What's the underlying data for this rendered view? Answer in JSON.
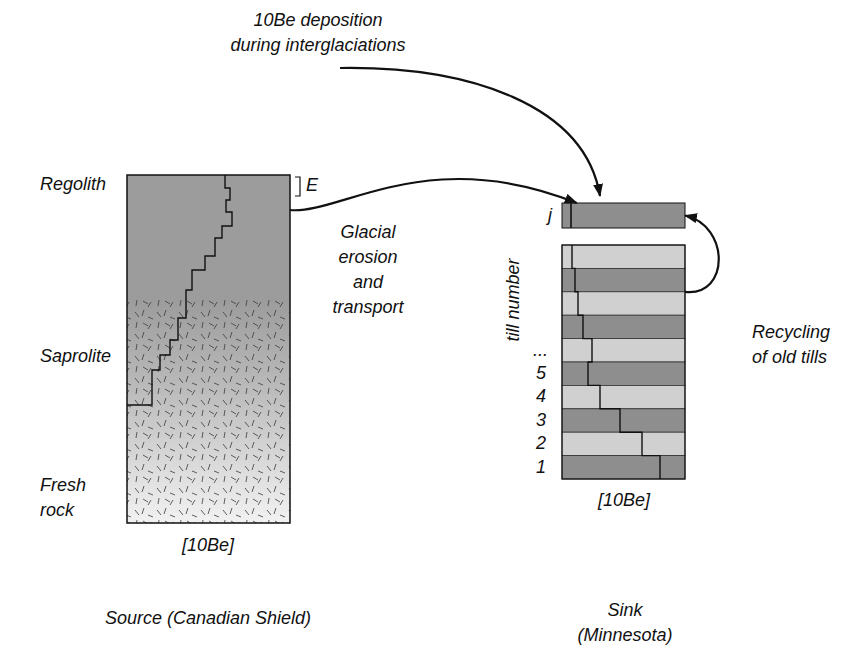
{
  "diagram": {
    "nodes": [
      {
        "text": [
          "Regolith"
        ]
      },
      {
        "text": [
          "Saprolite"
        ]
      },
      {
        "text": [
          "Fresh rock"
        ]
      },
      {
        "text": [
          "j"
        ]
      },
      {
        "text": [
          "till number"
        ]
      },
      {
        "text": [
          "..."
        ],
        "in": 4
      },
      {
        "text": [
          "5"
        ],
        "in": 4
      },
      {
        "text": [
          "4"
        ],
        "in": 4
      },
      {
        "text": [
          "3"
        ],
        "in": 4
      },
      {
        "text": [
          "2"
        ],
        "in": 4
      },
      {
        "text": [
          "1"
        ],
        "in": 4
      }
    ],
    "edges": [
      {
        "from": 0,
        "to": 3,
        "arrow": "to",
        "label": "Glacial erosion and transport"
      },
      {
        "from": 4,
        "to": 3,
        "arrow": "to",
        "label": "Recycling of old tills"
      }
    ],
    "labels": [
      "10Be deposition during interglaciations",
      "E",
      "[10Be]",
      "[10Be]",
      "Source (Canadian Shield)",
      "Sink (Minnesota)"
    ]
  }
}
